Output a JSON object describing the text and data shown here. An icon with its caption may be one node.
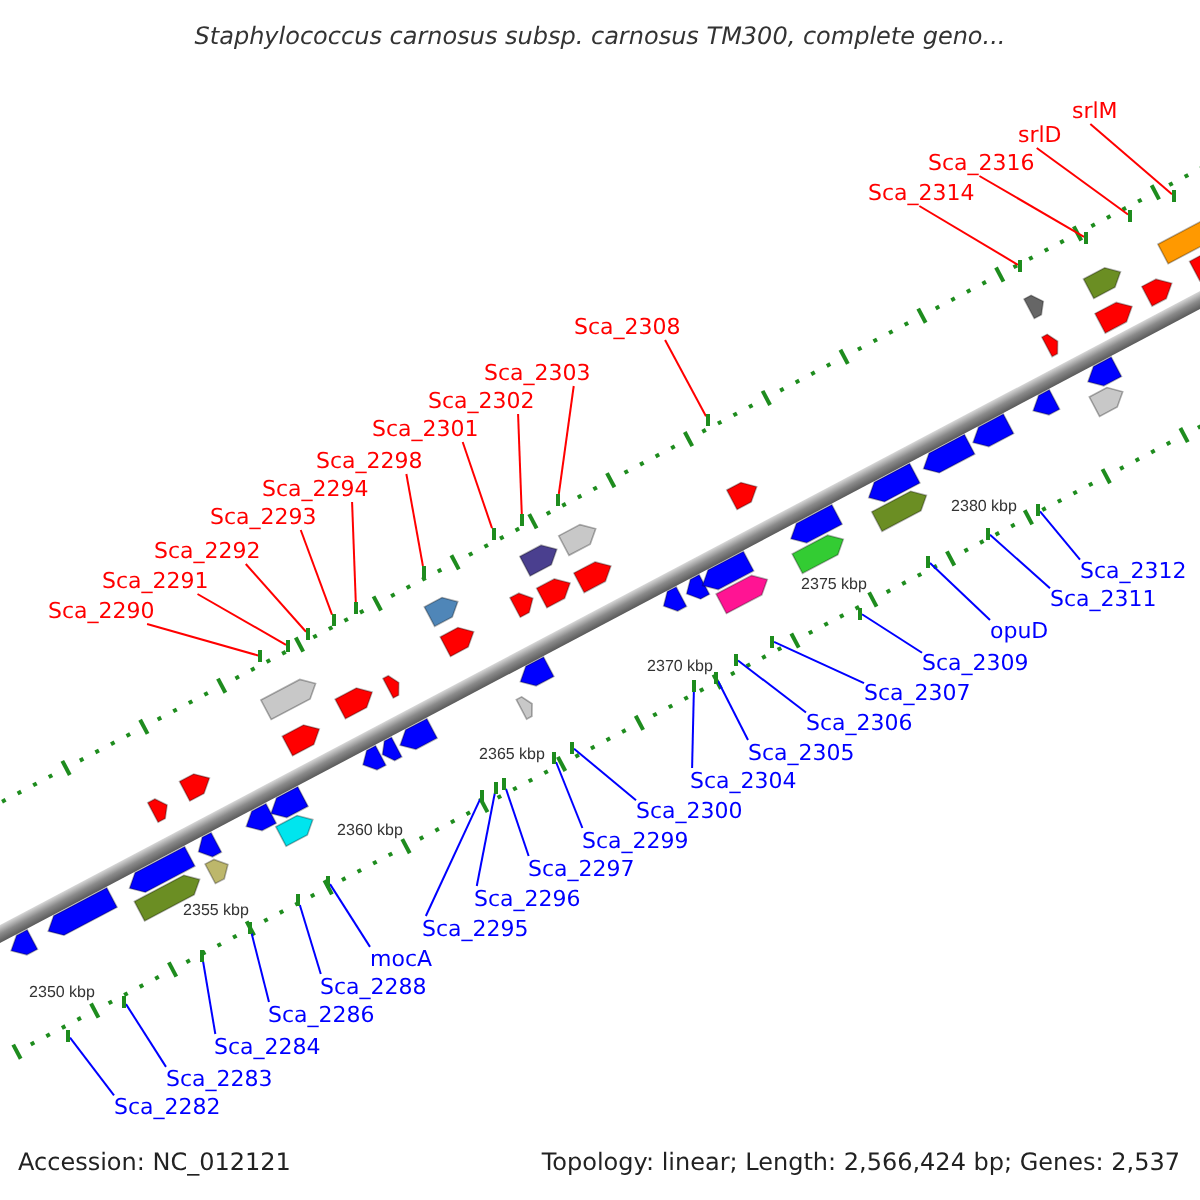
{
  "diagram": {
    "title": "Staphylococcus carnosus subsp. carnosus TM300, complete geno...",
    "nodes": [
      {
        "text": [
          "Sca_2290"
        ]
      },
      {
        "text": [
          "Sca_2291"
        ]
      },
      {
        "text": [
          "Sca_2292"
        ]
      },
      {
        "text": [
          "Sca_2293"
        ]
      },
      {
        "text": [
          "Sca_2294"
        ]
      },
      {
        "text": [
          "Sca_2298"
        ]
      },
      {
        "text": [
          "Sca_2301"
        ]
      },
      {
        "text": [
          "Sca_2302"
        ]
      },
      {
        "text": [
          "Sca_2303"
        ]
      },
      {
        "text": [
          "Sca_2308"
        ]
      },
      {
        "text": [
          "Sca_2314"
        ]
      },
      {
        "text": [
          "Sca_2316"
        ]
      },
      {
        "text": [
          "srlD"
        ]
      },
      {
        "text": [
          "srlM"
        ]
      },
      {
        "text": [
          "Sca_2282"
        ]
      },
      {
        "text": [
          "Sca_2283"
        ]
      },
      {
        "text": [
          "Sca_2284"
        ]
      },
      {
        "text": [
          "Sca_2286"
        ]
      },
      {
        "text": [
          "Sca_2288"
        ]
      },
      {
        "text": [
          "mocA"
        ]
      },
      {
        "text": [
          "Sca_2295"
        ]
      },
      {
        "text": [
          "Sca_2296"
        ]
      },
      {
        "text": [
          "Sca_2297"
        ]
      },
      {
        "text": [
          "Sca_2299"
        ]
      },
      {
        "text": [
          "Sca_2300"
        ]
      },
      {
        "text": [
          "Sca_2304"
        ]
      },
      {
        "text": [
          "Sca_2305"
        ]
      },
      {
        "text": [
          "Sca_2306"
        ]
      },
      {
        "text": [
          "Sca_2307"
        ]
      },
      {
        "text": [
          "Sca_2309"
        ]
      },
      {
        "text": [
          "opuD"
        ]
      },
      {
        "text": [
          "Sca_2311"
        ]
      },
      {
        "text": [
          "Sca_2312"
        ]
      },
      {
        "text": [],
        "shape": "bar"
      },
      {
        "text": [],
        "shape": "bar"
      },
      {
        "text": [],
        "shape": "bar"
      },
      {
        "text": [],
        "shape": "bar"
      },
      {
        "text": [],
        "shape": "bar"
      },
      {
        "text": [],
        "shape": "bar"
      },
      {
        "text": [],
        "shape": "bar"
      },
      {
        "text": [],
        "shape": "bar"
      },
      {
        "text": [],
        "shape": "bar"
      },
      {
        "text": [],
        "shape": "bar"
      },
      {
        "text": [],
        "shape": "bar"
      },
      {
        "text": [],
        "shape": "bar"
      },
      {
        "text": [],
        "shape": "bar"
      },
      {
        "text": [],
        "shape": "bar"
      },
      {
        "text": [],
        "shape": "bar"
      },
      {
        "text": [],
        "shape": "bar"
      },
      {
        "text": [],
        "shape": "bar"
      },
      {
        "text": [],
        "shape": "bar"
      },
      {
        "text": [],
        "shape": "bar"
      },
      {
        "text": [],
        "shape": "bar"
      },
      {
        "text": [],
        "shape": "bar"
      },
      {
        "text": [],
        "shape": "bar"
      },
      {
        "text": [],
        "shape": "bar"
      },
      {
        "text": [],
        "shape": "bar"
      },
      {
        "text": [],
        "shape": "bar"
      },
      {
        "text": [],
        "shape": "bar"
      },
      {
        "text": [],
        "shape": "bar"
      },
      {
        "text": [],
        "shape": "bar"
      },
      {
        "text": [],
        "shape": "bar"
      },
      {
        "text": [],
        "shape": "bar"
      },
      {
        "text": [],
        "shape": "bar"
      },
      {
        "text": [],
        "shape": "bar"
      },
      {
        "text": [],
        "shape": "bar"
      }
    ],
    "edges": [
      {
        "from": 0,
        "to": 37,
        "arrow": "none",
        "color": "#ff0000"
      },
      {
        "from": 1,
        "to": 38,
        "arrow": "none",
        "color": "#ff0000"
      },
      {
        "from": 2,
        "to": 40,
        "arrow": "none",
        "color": "#ff0000"
      },
      {
        "from": 3,
        "to": 42,
        "arrow": "none",
        "color": "#ff0000"
      },
      {
        "from": 4,
        "to": 43,
        "arrow": "none",
        "color": "#ff0000"
      },
      {
        "from": 5,
        "to": 44,
        "arrow": "none",
        "color": "#ff0000"
      },
      {
        "from": 6,
        "to": 46,
        "arrow": "none",
        "color": "#ff0000"
      },
      {
        "from": 7,
        "to": 49,
        "arrow": "none",
        "color": "#ff0000"
      },
      {
        "from": 8,
        "to": 51,
        "arrow": "none",
        "color": "#ff0000"
      },
      {
        "from": 9,
        "to": 54,
        "arrow": "none",
        "color": "#ff0000"
      },
      {
        "from": 10,
        "to": 61,
        "arrow": "none",
        "color": "#ff0000"
      },
      {
        "from": 11,
        "to": 63,
        "arrow": "none",
        "color": "#ff0000"
      },
      {
        "from": 12,
        "to": 64,
        "arrow": "none",
        "color": "#ff0000"
      },
      {
        "from": 13,
        "to": 65,
        "arrow": "none",
        "color": "#ff0000"
      },
      {
        "from": 14,
        "to": 33,
        "arrow": "none"
      },
      {
        "from": 15,
        "to": 34,
        "arrow": "none"
      },
      {
        "from": 16,
        "to": 35,
        "arrow": "none"
      },
      {
        "from": 17,
        "to": 36,
        "arrow": "none"
      },
      {
        "from": 18,
        "to": 39,
        "arrow": "none"
      },
      {
        "from": 19,
        "to": 41,
        "arrow": "none"
      },
      {
        "from": 20,
        "to": 45,
        "arrow": "none"
      },
      {
        "from": 21,
        "to": 47,
        "arrow": "none"
      },
      {
        "from": 22,
        "to": 48,
        "arrow": "none"
      },
      {
        "from": 23,
        "to": 50,
        "arrow": "none"
      },
      {
        "from": 24,
        "to": 52,
        "arrow": "none"
      },
      {
        "from": 25,
        "to": 53,
        "arrow": "none"
      },
      {
        "from": 26,
        "to": 55,
        "arrow": "none"
      },
      {
        "from": 27,
        "to": 56,
        "arrow": "none"
      },
      {
        "from": 28,
        "to": 57,
        "arrow": "none"
      },
      {
        "from": 29,
        "to": 58,
        "arrow": "none"
      },
      {
        "from": 30,
        "to": 59,
        "arrow": "none"
      },
      {
        "from": 31,
        "to": 60,
        "arrow": "none"
      },
      {
        "from": 32,
        "to": 62,
        "arrow": "none"
      }
    ],
    "labels": [
      "2350 kbp",
      "2355 kbp",
      "2360 kbp",
      "2365 kbp",
      "2370 kbp",
      "2375 kbp",
      "2380 kbp",
      "Accession: NC_012121",
      "Topology: linear; Length: 2,566,424 bp; Genes: 2,537"
    ]
  }
}
